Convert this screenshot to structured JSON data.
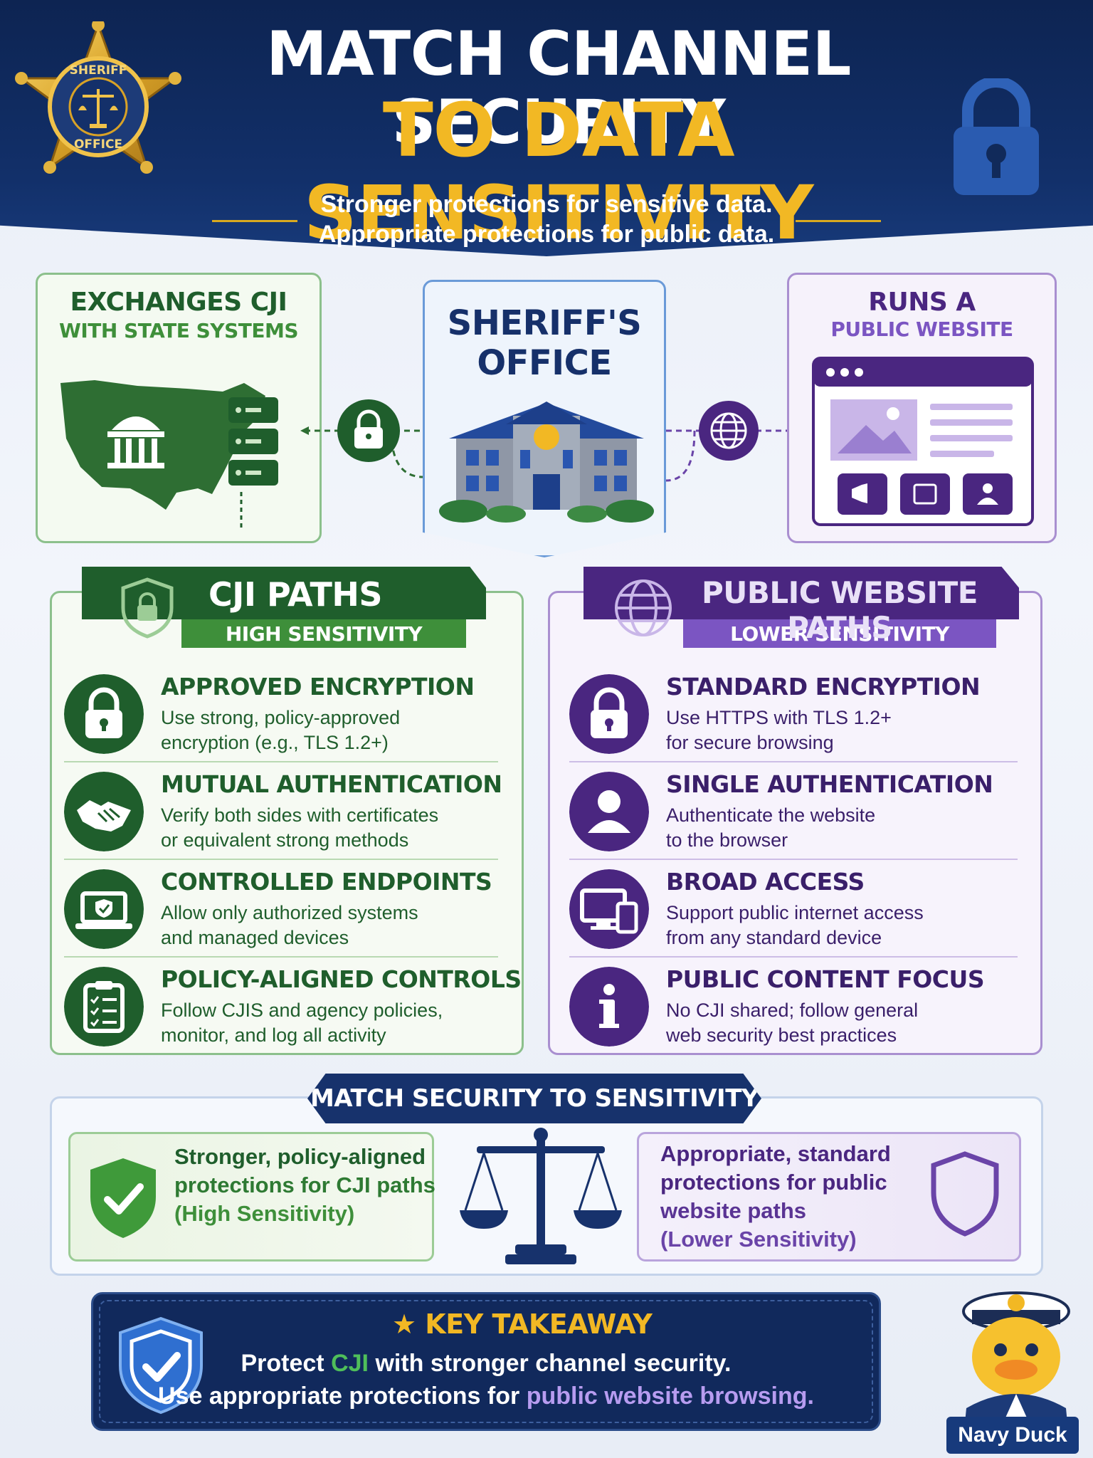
{
  "header": {
    "title_line1": "MATCH CHANNEL SECURITY",
    "title_line2": "TO DATA SENSITIVITY",
    "subtitle_line1": "Stronger protections for sensitive data.",
    "subtitle_line2": "Appro​priate protections for public data.",
    "badge_text_top": "SHERIFF",
    "badge_text_bottom": "OFFICE"
  },
  "top_cards": {
    "left": {
      "title": "EXCHANGES CJI",
      "subtitle": "WITH STATE SYSTEMS"
    },
    "center": {
      "title_line1": "SHERIFF'S",
      "title_line2": "OFFICE"
    },
    "right": {
      "title": "RUNS A",
      "subtitle": "PUBLIC WEBSITE"
    }
  },
  "cji_panel": {
    "title": "CJI PATHS",
    "subtitle": "HIGH SENSITIVITY",
    "items": [
      {
        "title": "APPROVED ENCRYPTION",
        "line1": "Use strong, policy-approved",
        "line2": "encryption (e.g., TLS 1.2+)",
        "icon": "lock-icon"
      },
      {
        "title": "MUTUAL AUTHENTICATION",
        "line1": "Verify both sides with certificates",
        "line2": "or equivalent strong methods",
        "icon": "handshake-icon"
      },
      {
        "title": "CONTROLLED ENDPOINTS",
        "line1": "Allow only authorized systems",
        "line2": "and managed devices",
        "icon": "laptop-shield-icon"
      },
      {
        "title": "POLICY-ALIGNED CONTROLS",
        "line1": "Follow CJIS and agency policies,",
        "line2": "monitor, and log all activity",
        "icon": "clipboard-checklist-icon"
      }
    ]
  },
  "public_panel": {
    "title": "PUBLIC WEBSITE PATHS",
    "subtitle": "LOWER SENSITIVITY",
    "items": [
      {
        "title": "STANDARD ENCRYPTION",
        "line1": "Use HTTPS with TLS 1.2+",
        "line2": "for secure browsing",
        "icon": "lock-icon"
      },
      {
        "title": "SINGLE AUTHENTICATION",
        "line1": "Authenticate the website",
        "line2": "to the browser",
        "icon": "user-icon"
      },
      {
        "title": "BROAD ACCESS",
        "line1": "Support public internet access",
        "line2": "from any standard device",
        "icon": "devices-icon"
      },
      {
        "title": "PUBLIC CONTENT FOCUS",
        "line1": "No CJI shared; follow general",
        "line2": "web security best practices",
        "icon": "info-icon"
      }
    ]
  },
  "match": {
    "title": "MATCH SECURITY TO SENSITIVITY",
    "left_lines": [
      "Stronger, policy-aligned",
      "protections for CJI paths",
      "(High Sensitivity)"
    ],
    "right_lines": [
      "Appropriate, standard",
      "protections for public",
      "website paths",
      "(Lower Sensitivity)"
    ]
  },
  "takeaway": {
    "title": "KEY TAKEAWAY",
    "line1_a": "Protect ",
    "line1_b": "CJI",
    "line1_c": " with stronger channel security.",
    "line2_a": "Use appropriate protections for ",
    "line2_b": "public website browsing."
  },
  "mascot": {
    "label": "Navy Duck"
  },
  "colors": {
    "navy": "#12306a",
    "gold": "#f2b824",
    "green": "#1f5e2c",
    "green_light": "#4a9a3c",
    "purple": "#4a2680",
    "purple_light": "#7b55c2"
  }
}
